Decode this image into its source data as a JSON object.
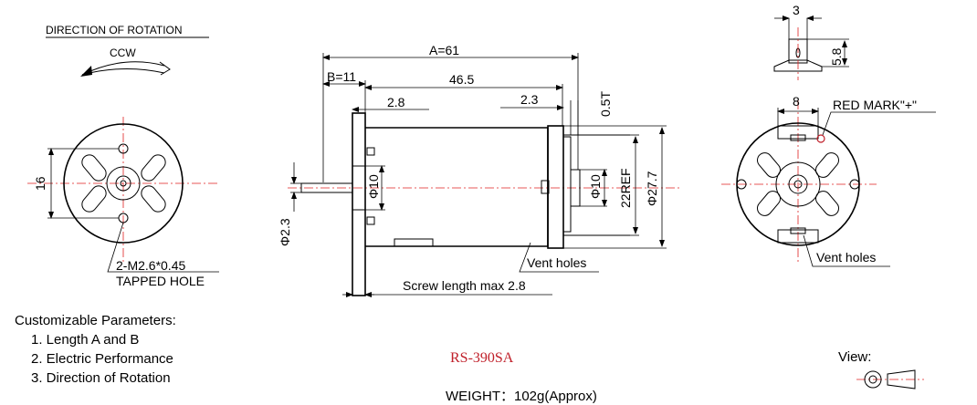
{
  "rotation": {
    "title": "DIRECTION OF ROTATION",
    "direction": "CCW"
  },
  "front_view": {
    "dim_holes": "16",
    "hole_note_1": "2-M2.6*0.45",
    "hole_note_2": "TAPPED HOLE"
  },
  "side_view": {
    "dim_a": "A=61",
    "dim_b": "B=11",
    "dim_body": "46.5",
    "dim_2_8": "2.8",
    "dim_2_3": "2.3",
    "dim_0_5t": "0.5T",
    "dim_phi10_left": "Φ10",
    "dim_phi10_right": "Φ10",
    "dim_22ref": "22REF",
    "dim_phi27_7": "Φ27.7",
    "dim_phi2_3": "Φ2.3",
    "vent": "Vent holes",
    "screw": "Screw length max 2.8"
  },
  "rear_view": {
    "dim_3": "3",
    "dim_5_8": "5.8",
    "dim_8": "8",
    "red_mark": "RED MARK\"+\"",
    "vent": "Vent holes"
  },
  "notes": {
    "heading": "Customizable Parameters:",
    "items": [
      "1. Length A and B",
      "2. Electric Performance",
      "3. Direction of Rotation"
    ]
  },
  "model": "RS-390SA",
  "weight": "WEIGHT：102g(Approx)",
  "view_label": "View:",
  "colors": {
    "model": "#c0202a",
    "centerline": "#e02020"
  }
}
